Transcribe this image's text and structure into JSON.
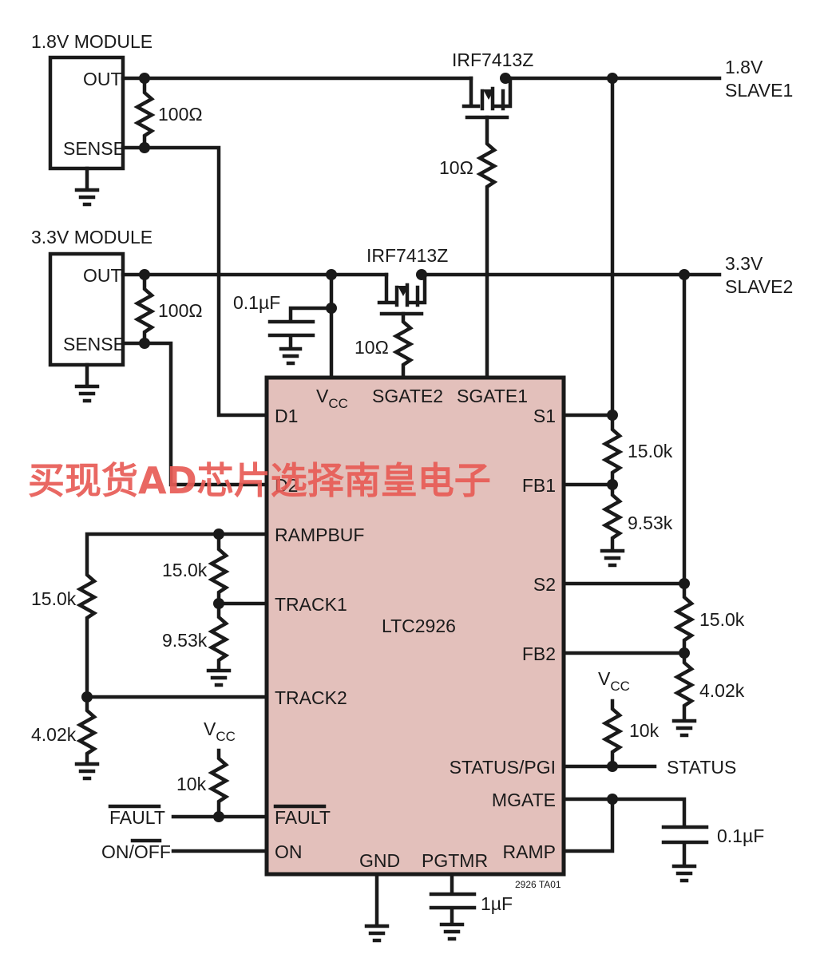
{
  "modules": {
    "m18": {
      "title": "1.8V MODULE",
      "out": "OUT",
      "sense": "SENSE",
      "res": "100Ω"
    },
    "m33": {
      "title": "3.3V MODULE",
      "out": "OUT",
      "sense": "SENSE",
      "res": "100Ω"
    }
  },
  "fets": {
    "q1": {
      "part": "IRF7413Z",
      "gate_res": "10Ω"
    },
    "q2": {
      "part": "IRF7413Z",
      "gate_res": "10Ω"
    }
  },
  "outputs": {
    "slave1": {
      "line1": "1.8V",
      "line2": "SLAVE1"
    },
    "slave2": {
      "line1": "3.3V",
      "line2": "SLAVE2"
    }
  },
  "vcc_cap": "0.1µF",
  "ic": {
    "name": "LTC2926",
    "pins": {
      "vcc": "V",
      "vcc_sub": "CC",
      "sgate2": "SGATE2",
      "sgate1": "SGATE1",
      "d1": "D1",
      "d2": "D2",
      "rampbuf": "RAMPBUF",
      "track1": "TRACK1",
      "track2": "TRACK2",
      "fault": "FAULT",
      "on": "ON",
      "gnd": "GND",
      "pgtmr": "PGTMR",
      "s1": "S1",
      "fb1": "FB1",
      "s2": "S2",
      "fb2": "FB2",
      "status_pgi": "STATUS/PGI",
      "mgate": "MGATE",
      "ramp": "RAMP"
    }
  },
  "components": {
    "fb1_top": "15.0k",
    "fb1_bot": "9.53k",
    "fb2_top": "15.0k",
    "fb2_bot": "4.02k",
    "track1_top": "15.0k",
    "track1_bot": "9.53k",
    "track2_top": "15.0k",
    "track2_bot": "4.02k",
    "status_pullup": "10k",
    "fault_pullup": "10k",
    "mgate_cap": "0.1µF",
    "pgtmr_cap": "1µF"
  },
  "signals": {
    "status": "STATUS",
    "vcc": "V",
    "vcc_sub": "CC",
    "fault": "FAULT",
    "on_off_a": "ON/",
    "on_off_b": "OFF"
  },
  "figure_id": "2926 TA01",
  "watermark": "买现货AD芯片选择南皇电子",
  "colors": {
    "ic_fill": "#e3c0bb",
    "wire": "#1a1a1a",
    "watermark": "#e85c56",
    "background": "#ffffff"
  }
}
